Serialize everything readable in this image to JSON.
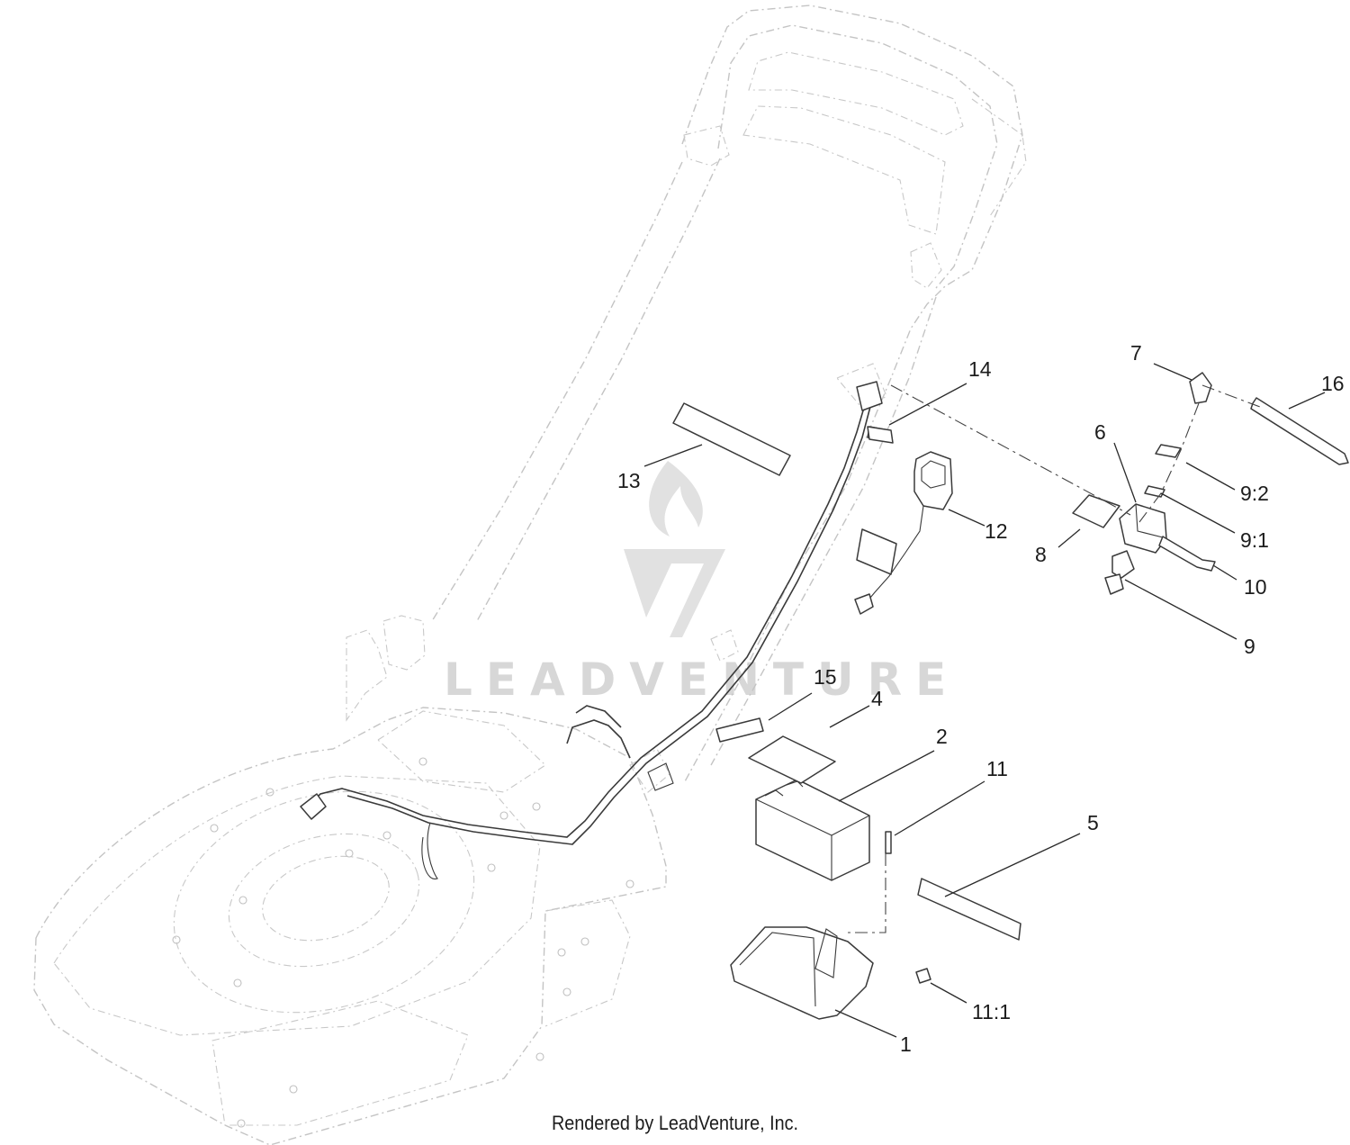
{
  "watermark": {
    "text": "LEADVENTURE"
  },
  "footer": {
    "credit": "Rendered by LeadVenture, Inc."
  },
  "callouts": [
    "1",
    "2",
    "4",
    "5",
    "6",
    "7",
    "8",
    "9",
    "9:1",
    "9:2",
    "10",
    "11",
    "11:1",
    "12",
    "13",
    "14",
    "15",
    "16"
  ]
}
